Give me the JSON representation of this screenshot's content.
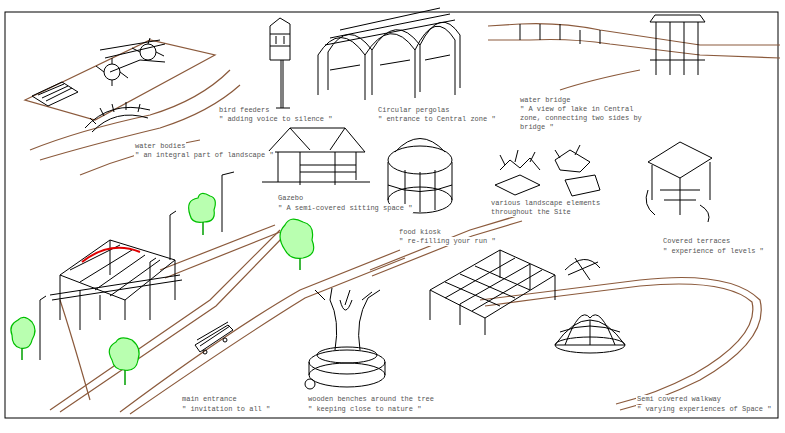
{
  "diagram": {
    "labels": [
      "bird feeders",
      "\" adding voice to silence \"",
      "Circular pergolas",
      "\" entrance to Central zone \"",
      "water bridge",
      "\" A view of lake in Central zone, connecting two sides by bridge \"",
      "water bodies",
      "\" an integral part of landscape \"",
      "Gazebo",
      "\" A semi-covered sitting space \"",
      "food kiosk",
      "\" re-filling your run \"",
      "various landscape elements",
      "throughout the Site",
      "Covered terraces",
      "\" experience of levels \"",
      "main entrance",
      "\" invitation to all \"",
      "wooden benches around the tree",
      "\" keeping close to nature \"",
      "Semi covered walkway",
      "\" varying experiences of Space \""
    ]
  }
}
